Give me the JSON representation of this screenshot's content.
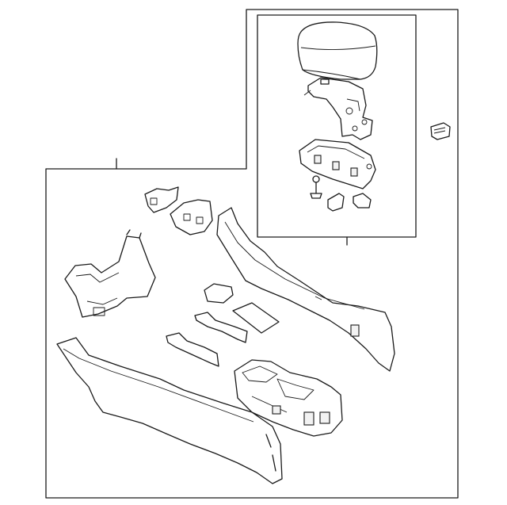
{
  "diagram": {
    "type": "exploded-parts-view",
    "colors": {
      "line": "#1a1a1a",
      "background": "#ffffff"
    },
    "frames": [
      "main-assembly-frame",
      "armrest-inset-frame"
    ]
  }
}
